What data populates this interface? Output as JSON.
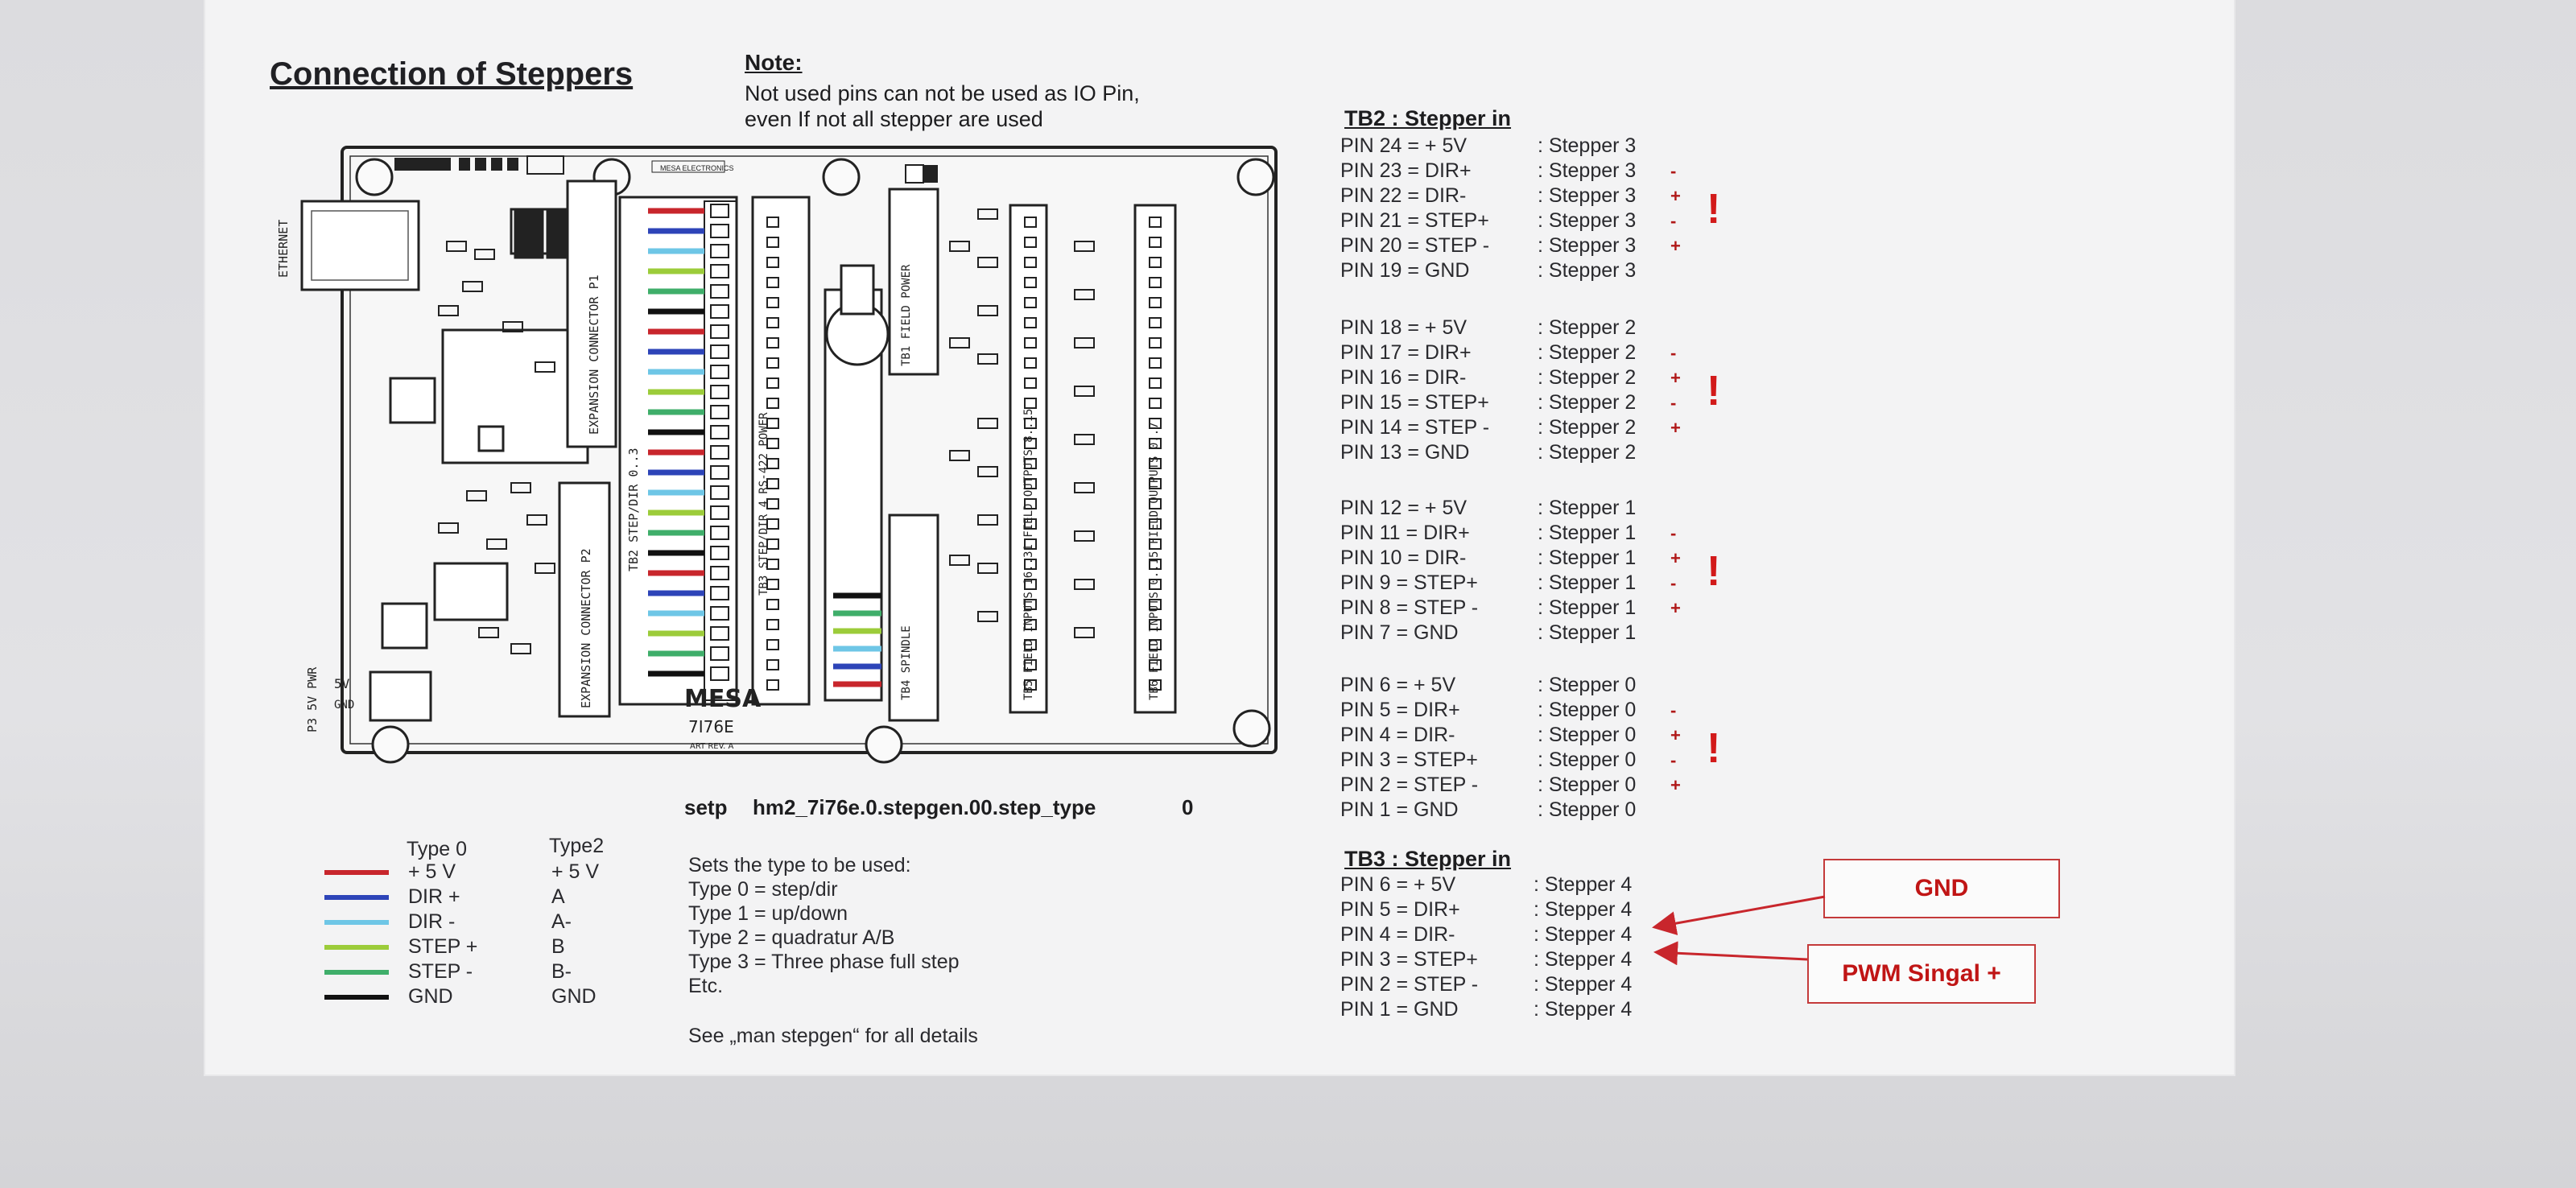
{
  "title": "Connection of Steppers",
  "note": {
    "heading": "Note:",
    "lines": [
      "Not used pins can not be used as IO Pin,",
      "even If not all stepper are used"
    ]
  },
  "board": {
    "labels": {
      "ethernet": "ETHERNET",
      "p1": "EXPANSION CONNECTOR P1",
      "p2": "EXPANSION CONNECTOR P2",
      "tb2": "TB2 STEP/DIR 0..3",
      "tb3": "TB3 STEP/DIR 4 RS-422 POWER",
      "tb1": "TB1 FIELD POWER",
      "tb4": "TB4 SPINDLE",
      "tb5": "TB5 FIELD INPUTS 16..31 FIELD OUTPUTS 8..15",
      "tb6": "TB6 FIELD INPUTS 0..15 FIELD OUTPUTS 0..7",
      "pwr": "P3 5V PWR",
      "v5": "5V",
      "gnd": "GND",
      "logo": "MESA",
      "model": "7I76E",
      "rev": "ART REV. A"
    }
  },
  "tb2": {
    "heading": "TB2 : Stepper in",
    "groups": [
      [
        {
          "pin": "PIN 24 = + 5V",
          "desc": ": Stepper 3",
          "sign": ""
        },
        {
          "pin": "PIN 23 = DIR+",
          "desc": ": Stepper 3",
          "sign": "-"
        },
        {
          "pin": "PIN 22 = DIR-",
          "desc": ": Stepper 3",
          "sign": "+"
        },
        {
          "pin": "PIN 21 = STEP+",
          "desc": ": Stepper 3",
          "sign": "-"
        },
        {
          "pin": "PIN 20 = STEP -",
          "desc": ": Stepper 3",
          "sign": "+"
        },
        {
          "pin": "PIN 19 = GND",
          "desc": ": Stepper 3",
          "sign": ""
        }
      ],
      [
        {
          "pin": "PIN 18 = + 5V",
          "desc": ": Stepper 2",
          "sign": ""
        },
        {
          "pin": "PIN 17 = DIR+",
          "desc": ": Stepper 2",
          "sign": "-"
        },
        {
          "pin": "PIN 16 = DIR-",
          "desc": ": Stepper 2",
          "sign": "+"
        },
        {
          "pin": "PIN 15 = STEP+",
          "desc": ": Stepper 2",
          "sign": "-"
        },
        {
          "pin": "PIN 14 = STEP -",
          "desc": ": Stepper 2",
          "sign": "+"
        },
        {
          "pin": "PIN 13 = GND",
          "desc": ": Stepper 2",
          "sign": ""
        }
      ],
      [
        {
          "pin": "PIN 12 = + 5V",
          "desc": ": Stepper 1",
          "sign": ""
        },
        {
          "pin": "PIN 11 = DIR+",
          "desc": ": Stepper 1",
          "sign": "-"
        },
        {
          "pin": "PIN 10 = DIR-",
          "desc": ": Stepper 1",
          "sign": "+"
        },
        {
          "pin": "PIN  9 = STEP+",
          "desc": ": Stepper 1",
          "sign": "-"
        },
        {
          "pin": "PIN  8 = STEP -",
          "desc": ": Stepper 1",
          "sign": "+"
        },
        {
          "pin": "PIN  7 = GND",
          "desc": ": Stepper 1",
          "sign": ""
        }
      ],
      [
        {
          "pin": "PIN  6 = + 5V",
          "desc": ": Stepper 0",
          "sign": ""
        },
        {
          "pin": "PIN  5 = DIR+",
          "desc": ": Stepper 0",
          "sign": "-"
        },
        {
          "pin": "PIN  4 = DIR-",
          "desc": ": Stepper 0",
          "sign": "+"
        },
        {
          "pin": "PIN  3 = STEP+",
          "desc": ": Stepper 0",
          "sign": "-"
        },
        {
          "pin": "PIN  2 = STEP -",
          "desc": ": Stepper 0",
          "sign": "+"
        },
        {
          "pin": "PIN  1 = GND",
          "desc": ": Stepper 0",
          "sign": ""
        }
      ]
    ],
    "exclaim": "!"
  },
  "setp": {
    "label": "setp",
    "param": "hm2_7i76e.0.stepgen.00.step_type",
    "value": "0"
  },
  "legend": {
    "type0_header": "Type 0",
    "type2_header": "Type2",
    "rows": [
      {
        "color": "#c8262c",
        "t0": "+ 5 V",
        "t2": "+ 5 V"
      },
      {
        "color": "#2d44b8",
        "t0": "DIR +",
        "t2": "A"
      },
      {
        "color": "#6ec6e6",
        "t0": "DIR -",
        "t2": "A-"
      },
      {
        "color": "#9ccc3a",
        "t0": "STEP +",
        "t2": "B"
      },
      {
        "color": "#3fae6a",
        "t0": "STEP -",
        "t2": "B-"
      },
      {
        "color": "#111111",
        "t0": "GND",
        "t2": "GND"
      }
    ]
  },
  "types": {
    "lines": [
      "Sets the type to be used:",
      "Type 0 = step/dir",
      "Type 1 = up/down",
      "Type 2 = quadratur A/B",
      "Type 3 = Three phase full step",
      "Etc."
    ],
    "see": "See „man stepgen“ for all details"
  },
  "tb3": {
    "heading": "TB3 : Stepper in",
    "rows": [
      {
        "pin": "PIN  6 = + 5V",
        "desc": ": Stepper 4"
      },
      {
        "pin": "PIN  5 = DIR+",
        "desc": ": Stepper 4"
      },
      {
        "pin": "PIN  4 = DIR-",
        "desc": ": Stepper 4"
      },
      {
        "pin": "PIN  3 = STEP+",
        "desc": ": Stepper 4"
      },
      {
        "pin": "PIN  2 = STEP -",
        "desc": ": Stepper 4"
      },
      {
        "pin": "PIN  1 = GND",
        "desc": ": Stepper 4"
      }
    ]
  },
  "callouts": {
    "gnd": "GND",
    "pwm": "PWM Singal +"
  },
  "colors": {
    "accent": "#c01515",
    "arrow": "#c8262c"
  }
}
